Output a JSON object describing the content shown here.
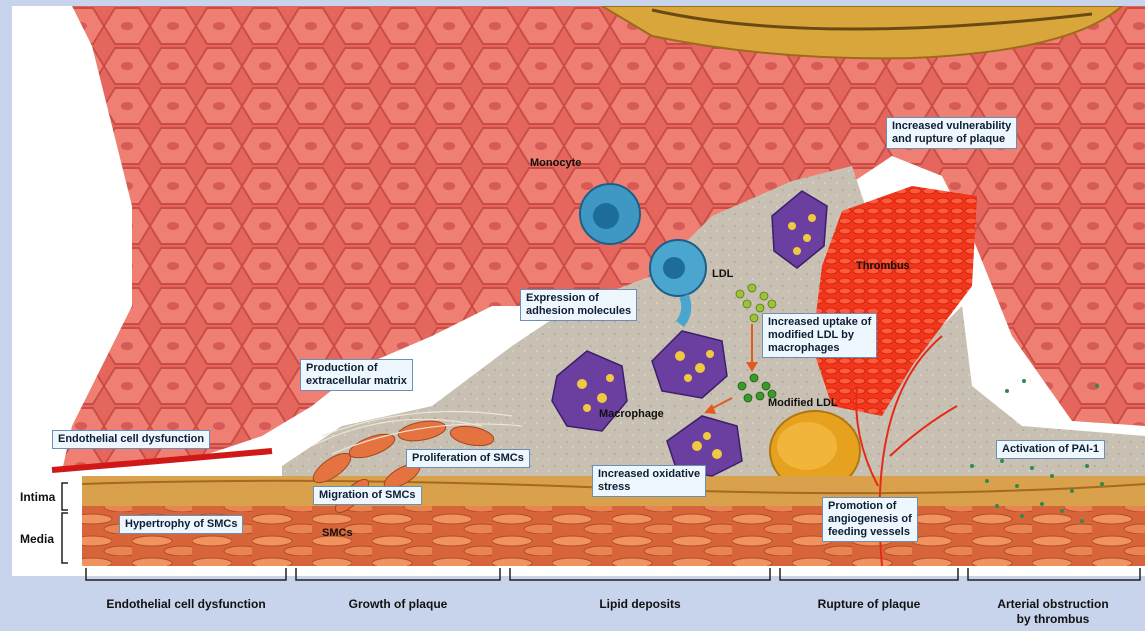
{
  "labels": {
    "monocyte": "Monocyte",
    "vulnerability_line1": "Increased vulnerability",
    "vulnerability_line2": "and rupture of plaque",
    "thrombus": "Thrombus",
    "ldl": "LDL",
    "adhesion_line1": "Expression of",
    "adhesion_line2": "adhesion molecules",
    "uptake_line1": "Increased uptake of",
    "uptake_line2": "modified LDL by",
    "uptake_line3": "macrophages",
    "ecm_line1": "Production of",
    "ecm_line2": "extracellular matrix",
    "macrophage": "Macrophage",
    "modified_ldl": "Modified LDL",
    "endothelial": "Endothelial cell dysfunction",
    "proliferation": "Proliferation of SMCs",
    "oxidative_line1": "Increased oxidative",
    "oxidative_line2": "stress",
    "pai1": "Activation of PAI-1",
    "migration": "Migration of SMCs",
    "hypertrophy": "Hypertrophy of SMCs",
    "smcs": "SMCs",
    "angio_line1": "Promotion of",
    "angio_line2": "angiogenesis of",
    "angio_line3": "feeding vessels"
  },
  "layers": {
    "intima": "Intima",
    "media": "Media"
  },
  "stages": [
    {
      "line1": "Endothelial cell dysfunction",
      "line2": ""
    },
    {
      "line1": "Growth of plaque",
      "line2": ""
    },
    {
      "line1": "Lipid deposits",
      "line2": ""
    },
    {
      "line1": "Rupture of plaque",
      "line2": ""
    },
    {
      "line1": "Arterial obstruction",
      "line2": "by thrombus"
    }
  ],
  "colors": {
    "frame": "#c8d3ec",
    "endothelium": "#e8635a",
    "plaque": "#c9c1b4",
    "thrombus": "#f1341c",
    "media": "#e07a4a",
    "macrophage": "#6a3fa0",
    "monocyte": "#3f98c4",
    "label_bg": "#eef6fe"
  }
}
